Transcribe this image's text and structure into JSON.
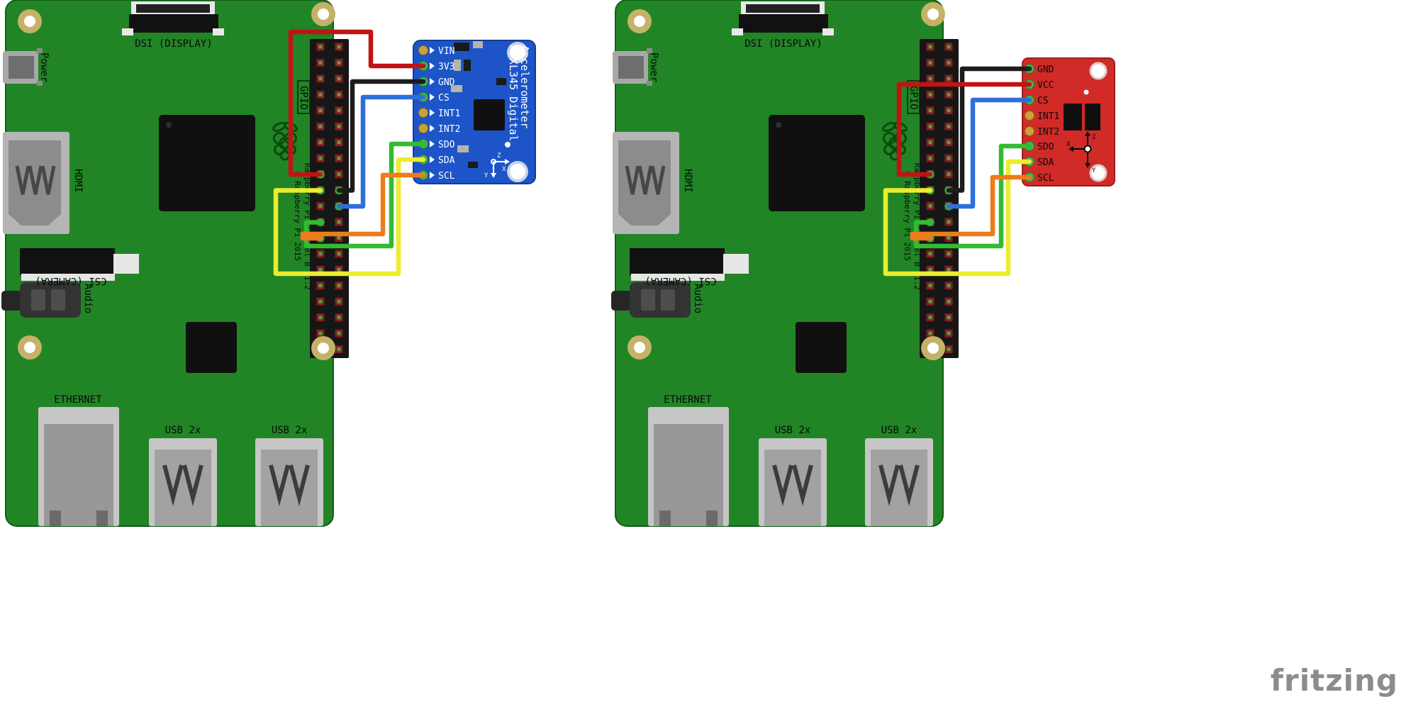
{
  "watermark": {
    "logo": "fritzing"
  },
  "pi": {
    "board_color": "#218526",
    "labels": {
      "power": "Power",
      "dsi": "DSI (DISPLAY)",
      "hdmi": "HDMI",
      "csi": "CSI (CAMERA)",
      "audio": "Audio",
      "ethernet": "ETHERNET",
      "usb_a": "USB 2x",
      "usb_b": "USB 2x",
      "gpio": "GPIO",
      "model": "Raspberry Pi 3 Model B V1.2",
      "copyright": "© Raspberry Pi 2015"
    }
  },
  "adafruit": {
    "board_color": "#1d55c8",
    "name_line1": "ADXL345 Digital",
    "name_line2": "Accelerometer",
    "pins": [
      "VIN",
      "3V3",
      "GND",
      "CS",
      "INT1",
      "INT2",
      "SDO",
      "SDA",
      "SCL"
    ],
    "axis": {
      "x": "X",
      "y": "Y",
      "z": "Z"
    }
  },
  "sparkfun": {
    "board_color": "#d02b27",
    "pins": [
      "GND",
      "VCC",
      "CS",
      "INT1",
      "INT2",
      "SDO",
      "SDA",
      "SCL"
    ],
    "axis": {
      "x": "X",
      "y": "Y",
      "z": "Z"
    }
  },
  "wires": {
    "left": [
      {
        "signal": "3V3",
        "color": "#c01414"
      },
      {
        "signal": "GND",
        "color": "#1c1c1c"
      },
      {
        "signal": "CS",
        "color": "#2e6fdd"
      },
      {
        "signal": "SDO",
        "color": "#33bb33"
      },
      {
        "signal": "SDA",
        "color": "#ecec2e"
      },
      {
        "signal": "SCL",
        "color": "#ec7c1c"
      }
    ],
    "right": [
      {
        "signal": "GND",
        "color": "#1c1c1c"
      },
      {
        "signal": "VCC",
        "color": "#c01414"
      },
      {
        "signal": "CS",
        "color": "#2e6fdd"
      },
      {
        "signal": "SDO",
        "color": "#33bb33"
      },
      {
        "signal": "SDA",
        "color": "#ecec2e"
      },
      {
        "signal": "SCL",
        "color": "#ec7c1c"
      }
    ]
  }
}
